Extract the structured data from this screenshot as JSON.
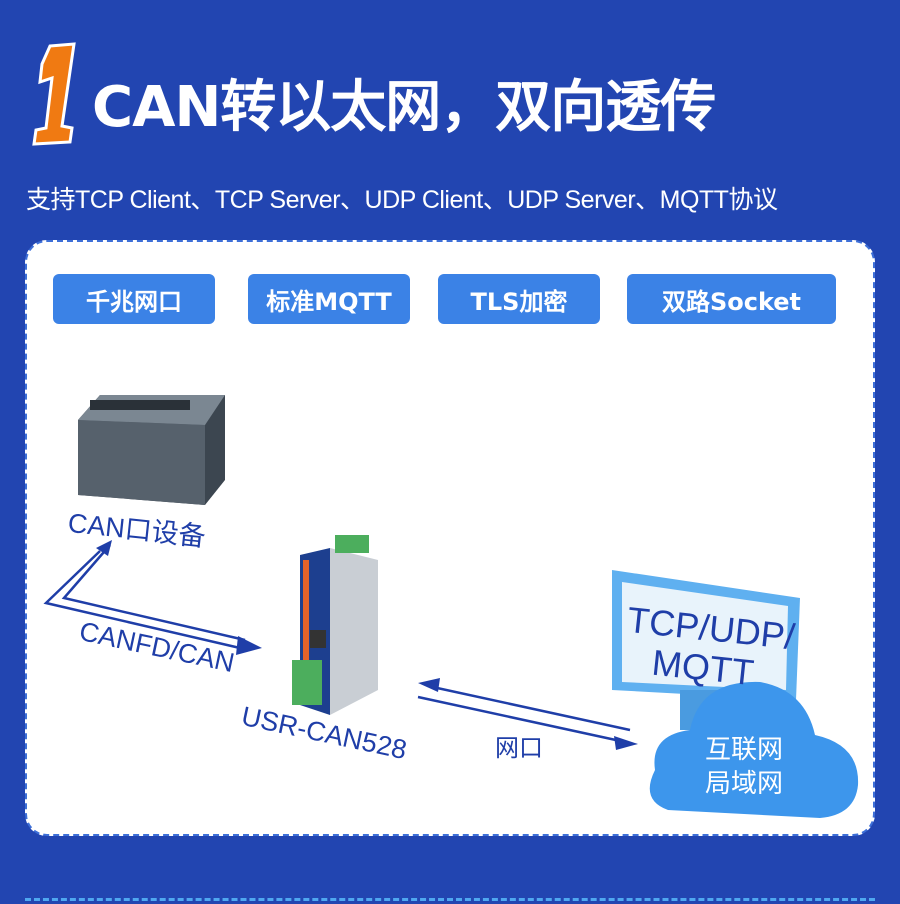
{
  "header": {
    "number": "1",
    "title": "CAN转以太网，双向透传",
    "subtitle": "支持TCP Client、TCP Server、UDP Client、UDP Server、MQTT协议"
  },
  "tags": [
    "千兆网口",
    "标准MQTT",
    "TLS加密",
    "双路Socket"
  ],
  "diagram": {
    "can_device": "CAN口设备",
    "canfd_link": "CANFD/CAN",
    "gateway": "USR-CAN528",
    "net_link": "网口",
    "monitor_text": "TCP/UDP/ MQTT",
    "cloud_line1": "互联网",
    "cloud_line2": "局域网"
  },
  "colors": {
    "background": "#2245b1",
    "accent": "#f07a12",
    "tag": "#3b82e6",
    "text_blue": "#1f3ea8"
  }
}
